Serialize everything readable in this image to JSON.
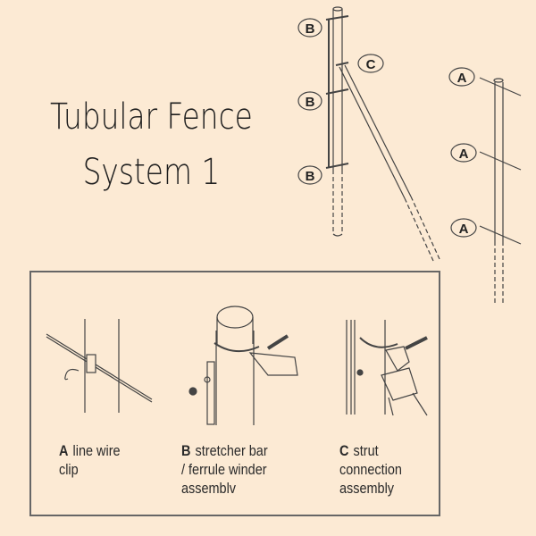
{
  "title": {
    "line1": "Tubular Fence",
    "line2": "System 1"
  },
  "callouts": {
    "b1": "B",
    "b2": "B",
    "b3": "B",
    "c": "C",
    "a1": "A",
    "a2": "A",
    "a3": "A"
  },
  "details": [
    {
      "letter": "A",
      "line1": "line wire",
      "line2": "clip",
      "line3": ""
    },
    {
      "letter": "B",
      "line1": "stretcher bar",
      "line2": "/ ferrule winder",
      "line3": "assemblv"
    },
    {
      "letter": "C",
      "line1": "strut",
      "line2": "connection",
      "line3": "assembly"
    }
  ],
  "colors": {
    "background": "#fcead4",
    "ink": "#333333"
  }
}
